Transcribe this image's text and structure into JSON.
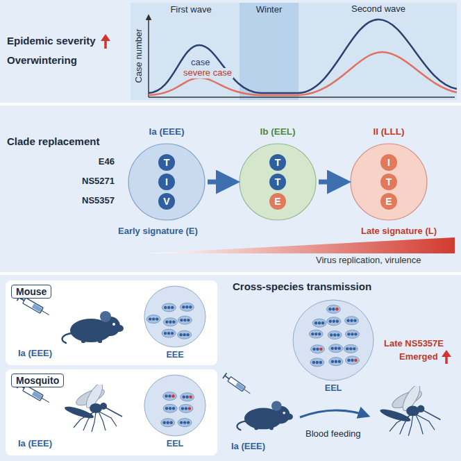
{
  "diagram": {
    "nodes": [
      {
        "text": [
          "Epidemic severity",
          "Overwintering"
        ]
      },
      {
        "text": [
          "Clade replacement"
        ]
      },
      {
        "text": [
          "Ia (EEE)",
          "T",
          "I",
          "V"
        ],
        "in": 1
      },
      {
        "text": [
          "Ib (EEL)",
          "T",
          "T",
          "E"
        ],
        "in": 1
      },
      {
        "text": [
          "II (LLL)",
          "I",
          "T",
          "E"
        ],
        "in": 1
      },
      {
        "text": [
          "Cross-species transmission"
        ]
      },
      {
        "text": [
          "Mouse",
          "Ia (EEE)"
        ],
        "in": 5
      },
      {
        "text": [
          "EEE"
        ],
        "in": 6
      },
      {
        "text": [
          "Mosquito",
          "Ia (EEE)"
        ],
        "in": 5
      },
      {
        "text": [
          "EEL"
        ],
        "in": 8
      },
      {
        "text": [
          "EEL"
        ],
        "in": 5
      }
    ],
    "edges": [
      {
        "from": 2,
        "to": 3,
        "arrow": "to"
      },
      {
        "from": 3,
        "to": 4,
        "arrow": "to"
      }
    ],
    "labels": [
      "First wave",
      "Winter",
      "Second wave",
      "Case number",
      "case",
      "severe case",
      "E46",
      "NS5271",
      "NS5357",
      "Early signature (E)",
      "Late signature (L)",
      "Virus replication, virulence",
      "Late NS5357E",
      "Emerged",
      "Blood feeding",
      "Ia (EEE)"
    ]
  }
}
